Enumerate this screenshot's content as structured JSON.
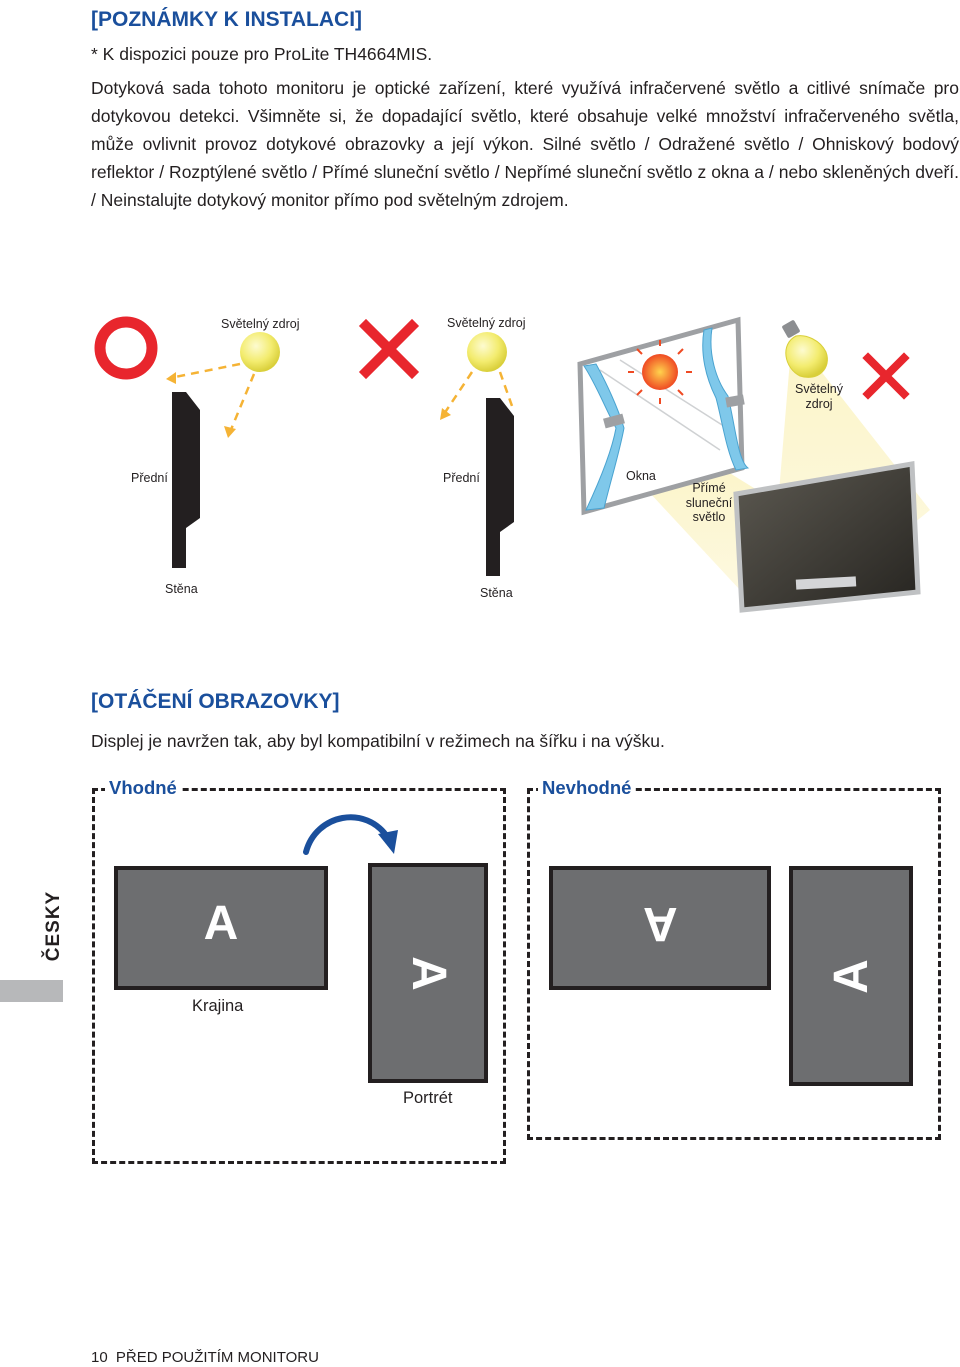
{
  "install_notes": {
    "heading": "[POZNÁMKY K INSTALACI]",
    "availability": "* K dispozici pouze pro ProLite TH4664MIS.",
    "body": "Dotyková sada tohoto monitoru je optické zařízení, které využívá infračervené světlo a citlivé snímače pro dotykovou detekci. Všimněte si, že dopadající světlo, které obsahuje velké množství infračerveného světla, může ovlivnit provoz dotykové obrazovky a její výkon. Silné světlo / Odražené světlo / Ohniskový bodový reflektor / Rozptýlené světlo / Přímé sluneční světlo / Nepřímé sluneční světlo z okna a / nebo skleněných dveří. / Neinstalujte dotykový monitor přímo pod světelným zdrojem."
  },
  "figure": {
    "light_source_1": "Světelný zdroj",
    "light_source_2": "Světelný zdroj",
    "light_source_3_line1": "Světelný",
    "light_source_3_line2": "zdroj",
    "front_1": "Přední",
    "front_2": "Přední",
    "wall_1": "Stěna",
    "wall_2": "Stěna",
    "window": "Okna",
    "direct_sun_line1": "Přímé",
    "direct_sun_line2": "sluneční",
    "direct_sun_line3": "světlo"
  },
  "rotation": {
    "heading": "[OTÁČENÍ OBRAZOVKY]",
    "body": "Displej je navržen tak, aby byl kompatibilní v režimech na šířku i na výšku.",
    "suitable_title": "Vhodné",
    "unsuitable_title": "Nevhodné",
    "landscape_label": "Krajina",
    "portrait_label": "Portrét",
    "screen_letter": "A"
  },
  "side_tab": {
    "label": "ČESKY"
  },
  "footer": {
    "page_number": "10",
    "section": "PŘED POUŽITÍM MONITORU"
  },
  "colors": {
    "heading_blue": "#1a4f9c",
    "ok_red": "#e8262d",
    "bulb_yellow": "#f5ef7a",
    "arrow_orange": "#f5b335",
    "curtain_blue": "#7fc8ea",
    "screen_gray": "#6d6e70",
    "arrow_blue": "#1a4f9c"
  }
}
